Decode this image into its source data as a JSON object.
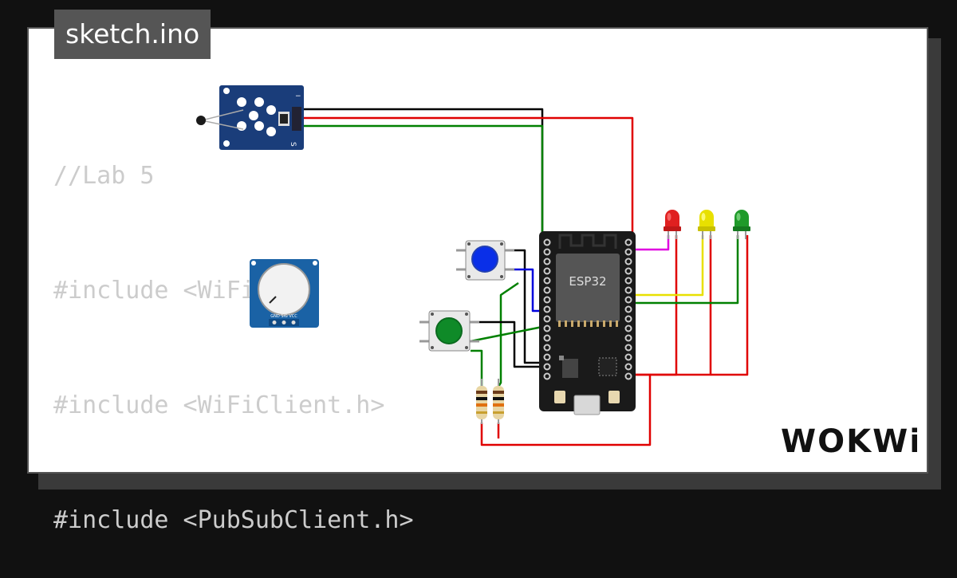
{
  "file_tab": {
    "label": "sketch.ino"
  },
  "code_lines": [
    "//Lab 5",
    "#include <WiFi.h>",
    "#include <WiFiClient.h>",
    "#include <PubSubClient.h>"
  ],
  "esp32": {
    "label": "ESP32"
  },
  "temp_sensor": {
    "pin_label": "S"
  },
  "potentiometer": {
    "pin_labels": "GND SIG VCC"
  },
  "brand": {
    "logo": "WOKWi"
  },
  "colors": {
    "background": "#111111",
    "card": "#ffffff",
    "tab": "#555555",
    "code_text": "#cccccc",
    "wire_red": "#e00000",
    "wire_black": "#000000",
    "wire_green": "#008000",
    "wire_blue": "#0000dd",
    "wire_yellow": "#e8e000",
    "wire_magenta": "#e000e0",
    "led_red": "#e02020",
    "led_yellow": "#e8e000",
    "led_green": "#1f9a2a"
  }
}
